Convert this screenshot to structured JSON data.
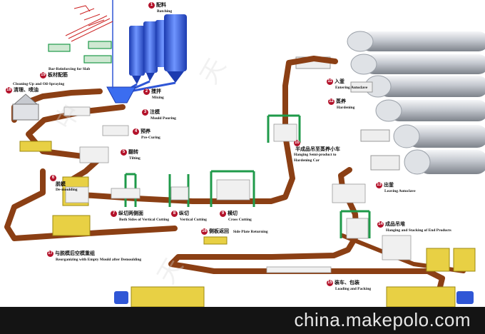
{
  "steps": [
    {
      "n": "1",
      "cn": "配料",
      "en": "Batching"
    },
    {
      "n": "2",
      "cn": "搅拌",
      "en": "Mixing"
    },
    {
      "n": "3",
      "cn": "注模",
      "en": "Mould Pouring"
    },
    {
      "n": "4",
      "cn": "预养",
      "en": "Pre-Curing"
    },
    {
      "n": "5",
      "cn": "翻转",
      "en": "Tilting"
    },
    {
      "n": "6",
      "cn": "脱模",
      "en": "De-moulding"
    },
    {
      "n": "7",
      "cn": "纵切两侧面",
      "en": "Both Sides of Vertical Cutting"
    },
    {
      "n": "8",
      "cn": "纵切",
      "en": "Vertical Cutting"
    },
    {
      "n": "9",
      "cn": "横切",
      "en": "Cross Cutting"
    },
    {
      "n": "10",
      "cn": "半成品吊至蒸养小车",
      "en": "Hanging Semi-product to Hardening Car"
    },
    {
      "n": "11",
      "cn": "入釜",
      "en": "Entering Autoclave"
    },
    {
      "n": "12",
      "cn": "蒸养",
      "en": "Hardening"
    },
    {
      "n": "13",
      "cn": "出釜",
      "en": "Leaving Autoclave"
    },
    {
      "n": "14",
      "cn": "成品吊堆",
      "en": "Hanging and Stacking of End Products"
    },
    {
      "n": "15",
      "cn": "装车、包装",
      "en": "Loading and Packing"
    },
    {
      "n": "16",
      "cn": "侧板返回",
      "en": "Side Plate Returning"
    },
    {
      "n": "17",
      "cn": "与脱模后空模重组",
      "en": "Reorganizing with Empty Mould after Demoulding"
    },
    {
      "n": "18",
      "cn": "清理、喷油",
      "en": "Cleaning-Up and Oil-Spraying"
    },
    {
      "n": "19",
      "cn": "板材配筋",
      "en": "Bar-Reinforcing for Slab"
    }
  ],
  "watermark": "china.makepolo.com",
  "colors": {
    "conveyor": "#8b3f14",
    "tank_blue": "#2f56d6",
    "frame_green": "#1f9a4a",
    "mould_yellow": "#e8d044",
    "autoclave_grey": "#c9ccd2",
    "number_red": "#b3122a",
    "footer_bg": "#141414"
  }
}
